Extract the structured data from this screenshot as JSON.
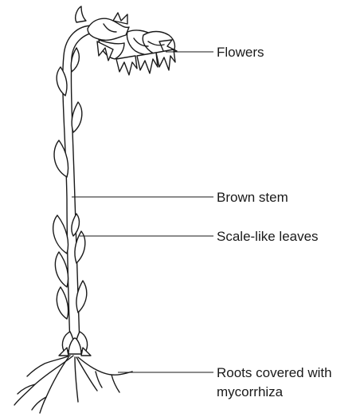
{
  "labels": {
    "flowers": "Flowers",
    "stem": "Brown stem",
    "leaves": "Scale-like leaves",
    "roots_line1": "Roots covered with",
    "roots_line2": "mycorrhiza"
  },
  "colors": {
    "line": "#1a1a1a",
    "background": "#ffffff"
  }
}
